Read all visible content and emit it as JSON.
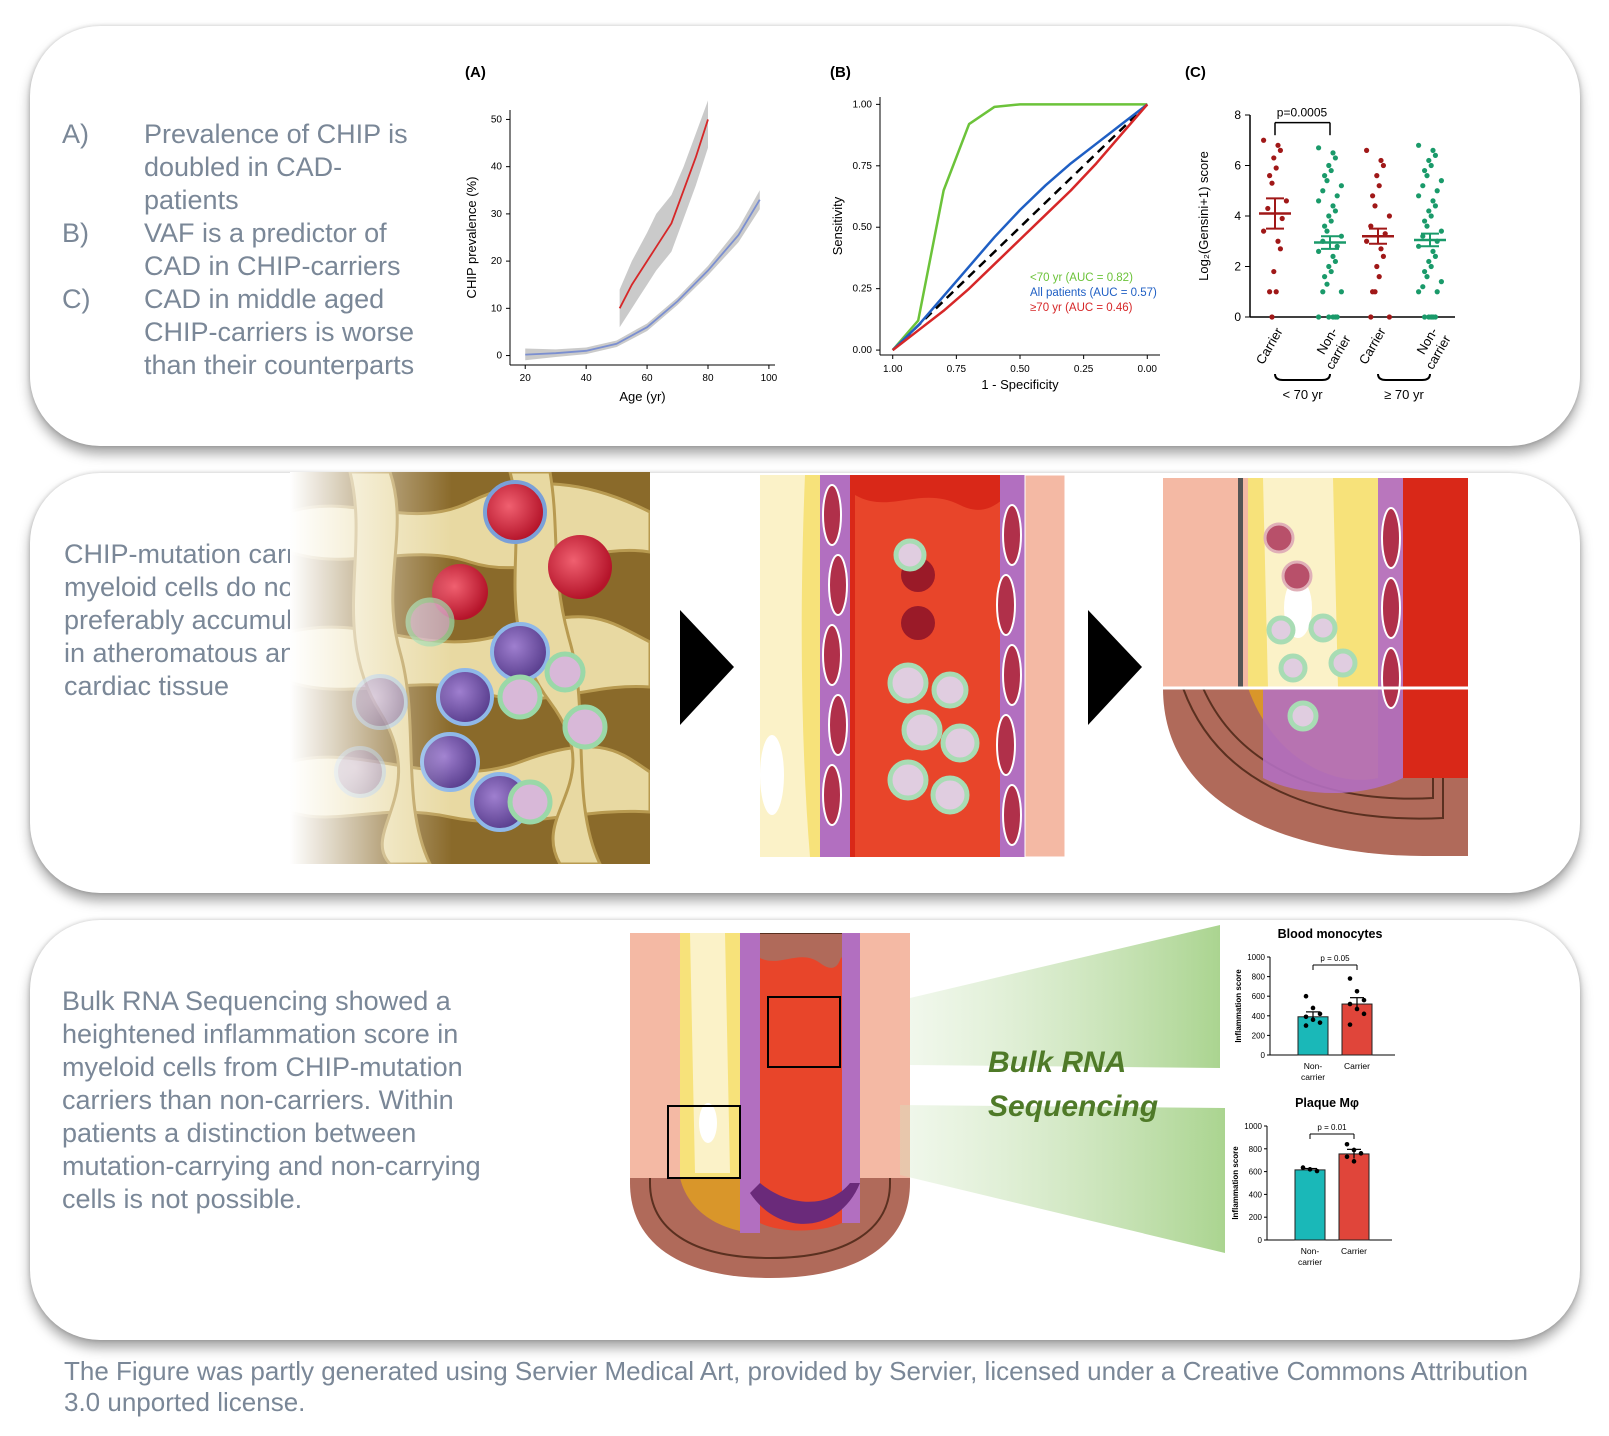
{
  "panel1": {
    "items": [
      {
        "letter": "A)",
        "text": "Prevalence of CHIP is doubled in CAD-patients"
      },
      {
        "letter": "B)",
        "text": "VAF is a predictor of CAD in CHIP-carriers"
      },
      {
        "letter": "C)",
        "text": "CAD in middle aged CHIP-carriers is worse than their counterparts"
      }
    ]
  },
  "panel2": {
    "text": "CHIP-mutation carrying myeloid cells do not preferably accumulate in atheromatous and cardiac tissue"
  },
  "panel3": {
    "text": "Bulk RNA Sequencing showed a heightened inflammation score in myeloid cells from CHIP-mutation carriers than non-carriers. Within patients a distinction between mutation-carrying and non-carrying cells is not possible.",
    "label_line1": "Bulk RNA",
    "label_line2": "Sequencing"
  },
  "footer": "The Figure was partly generated using Servier Medical Art, provided by Servier, licensed under a Creative Commons Attribution 3.0 unported license.",
  "colors": {
    "red": "#d62728",
    "blue": "#7b8fd0",
    "green": "#6cc33a",
    "roc_blue": "#1f5fc4",
    "dark_red": "#a01818",
    "teal_green": "#1a9a6a",
    "teal": "#1ab8b8",
    "bar_red": "#e0453a",
    "label_green": "#4f7a28"
  },
  "chart_data": [
    {
      "type": "line",
      "panel_label": "(A)",
      "xlabel": "Age (yr)",
      "ylabel": "CHIP prevalence (%)",
      "xlim": [
        15,
        102
      ],
      "ylim": [
        -2,
        52
      ],
      "xticks": [
        20,
        40,
        60,
        80,
        100
      ],
      "yticks": [
        0,
        10,
        20,
        30,
        40,
        50
      ],
      "series": [
        {
          "x": [
            51,
            55,
            60,
            63,
            68,
            72,
            76,
            80
          ],
          "y": [
            10,
            15,
            20,
            23,
            28,
            35,
            42,
            50
          ],
          "band": [
            [
              6,
              14
            ],
            [
              10,
              20
            ],
            [
              15,
              26
            ],
            [
              18,
              30
            ],
            [
              22,
              34
            ],
            [
              29,
              40
            ],
            [
              36,
              47
            ],
            [
              44,
              54
            ]
          ],
          "color": "red"
        },
        {
          "x": [
            20,
            30,
            40,
            50,
            60,
            70,
            80,
            90,
            97
          ],
          "y": [
            0.2,
            0.5,
            1,
            2.5,
            6,
            11.5,
            18,
            25.5,
            33
          ],
          "band": [
            [
              -1,
              1.5
            ],
            [
              -0.3,
              1.3
            ],
            [
              0.3,
              1.7
            ],
            [
              1.8,
              3.2
            ],
            [
              5.2,
              6.8
            ],
            [
              10.7,
              12.3
            ],
            [
              17,
              19
            ],
            [
              24,
              27
            ],
            [
              31,
              35
            ]
          ],
          "color": "blue"
        }
      ]
    },
    {
      "type": "line",
      "panel_label": "(B)",
      "xlabel": "1 - Specificity",
      "ylabel": "Sensitivity",
      "xlim": [
        1.05,
        -0.05
      ],
      "ylim": [
        -0.02,
        1.03
      ],
      "xticks": [
        "1.00",
        "0.75",
        "0.50",
        "0.25",
        "0.00"
      ],
      "yticks": [
        "0.00",
        "0.25",
        "0.50",
        "0.75",
        "1.00"
      ],
      "series": [
        {
          "name": "<70 yr (AUC = 0.82)",
          "color": "green",
          "x": [
            1,
            0.9,
            0.8,
            0.7,
            0.6,
            0.5,
            0.4,
            0.3,
            0.2,
            0.1,
            0
          ],
          "y": [
            0,
            0.12,
            0.65,
            0.92,
            0.99,
            1,
            1,
            1,
            1,
            1,
            1
          ]
        },
        {
          "name": "All patients (AUC = 0.57)",
          "color": "roc_blue",
          "x": [
            1,
            0.9,
            0.8,
            0.7,
            0.6,
            0.5,
            0.4,
            0.3,
            0.2,
            0.1,
            0
          ],
          "y": [
            0,
            0.1,
            0.22,
            0.34,
            0.46,
            0.57,
            0.67,
            0.76,
            0.84,
            0.92,
            1
          ]
        },
        {
          "name": "≥70 yr  (AUC = 0.46)",
          "color": "red",
          "x": [
            1,
            0.9,
            0.8,
            0.7,
            0.6,
            0.5,
            0.4,
            0.3,
            0.2,
            0.1,
            0
          ],
          "y": [
            0,
            0.08,
            0.16,
            0.25,
            0.35,
            0.45,
            0.55,
            0.65,
            0.76,
            0.88,
            1
          ]
        }
      ],
      "reference": "diagonal dashed",
      "legend": "bottom-right"
    },
    {
      "type": "scatter",
      "panel_label": "(C)",
      "ylabel": "Log₂(Gensini+1) score",
      "ylim": [
        0,
        8
      ],
      "yticks": [
        0,
        2,
        4,
        6,
        8
      ],
      "categories": [
        "Carrier",
        "Non-carrier",
        "Carrier",
        "Non-carrier"
      ],
      "group_labels": [
        "< 70 yr",
        "≥ 70 yr"
      ],
      "annotation": "p=0.0005",
      "groups": [
        {
          "color": "dark_red",
          "mean": 4.1,
          "sem": 0.6,
          "values": [
            7,
            6.8,
            6.6,
            6.3,
            5.9,
            5.6,
            5.3,
            4.6,
            4.3,
            3.9,
            3.4,
            3.0,
            2.7,
            1.8,
            1.0,
            1.0,
            0
          ]
        },
        {
          "color": "teal_green",
          "mean": 2.95,
          "sem": 0.25,
          "values": [
            6.7,
            6.5,
            6.3,
            6.0,
            5.8,
            5.6,
            5.4,
            5.2,
            5.0,
            4.8,
            4.6,
            4.4,
            4.2,
            4.0,
            3.8,
            3.6,
            3.4,
            3.2,
            3.0,
            2.8,
            2.6,
            2.4,
            2.2,
            2.0,
            1.8,
            1.6,
            1.3,
            1.0,
            1.0,
            0,
            0,
            0,
            0,
            0
          ]
        },
        {
          "color": "dark_red",
          "mean": 3.2,
          "sem": 0.3,
          "values": [
            6.6,
            6.2,
            6.0,
            5.6,
            5.2,
            4.8,
            4.4,
            4.0,
            3.6,
            3.3,
            3.0,
            2.7,
            2.4,
            2.0,
            1.6,
            1.0,
            1.0,
            0,
            0
          ]
        },
        {
          "color": "teal_green",
          "mean": 3.05,
          "sem": 0.25,
          "values": [
            6.8,
            6.6,
            6.4,
            6.2,
            6.0,
            5.8,
            5.6,
            5.4,
            5.2,
            5.0,
            4.8,
            4.6,
            4.4,
            4.2,
            4.0,
            3.8,
            3.6,
            3.4,
            3.2,
            3.0,
            2.8,
            2.6,
            2.4,
            2.2,
            2.0,
            1.8,
            1.6,
            1.4,
            1.2,
            1.0,
            1.0,
            0,
            0,
            0,
            0,
            0
          ]
        }
      ]
    },
    {
      "type": "bar",
      "title": "Blood monocytes",
      "ylabel": "Inflammation score",
      "ylim": [
        0,
        1000
      ],
      "yticks": [
        0,
        200,
        400,
        600,
        800,
        1000
      ],
      "categories": [
        "Non-carrier",
        "Carrier"
      ],
      "values": [
        390,
        520
      ],
      "sem": [
        50,
        65
      ],
      "colors": [
        "teal",
        "bar_red"
      ],
      "points": [
        [
          600,
          480,
          420,
          390,
          360,
          330,
          300
        ],
        [
          780,
          650,
          560,
          520,
          470,
          420,
          310
        ]
      ],
      "annotation": "p = 0.05"
    },
    {
      "type": "bar",
      "title": "Plaque Mφ",
      "ylabel": "Inflammation score",
      "ylim": [
        0,
        1000
      ],
      "yticks": [
        0,
        200,
        400,
        600,
        800,
        1000
      ],
      "categories": [
        "Non-carrier",
        "Carrier"
      ],
      "values": [
        615,
        755
      ],
      "sem": [
        12,
        40
      ],
      "colors": [
        "teal",
        "bar_red"
      ],
      "points": [
        [
          635,
          620,
          605
        ],
        [
          840,
          790,
          760,
          730,
          690
        ]
      ],
      "annotation": "p = 0.01"
    }
  ]
}
